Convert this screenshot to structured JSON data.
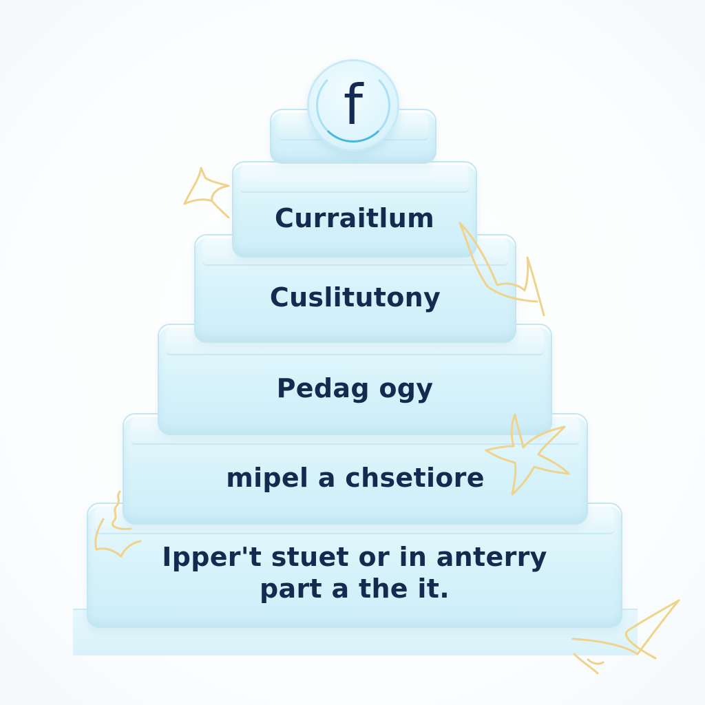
{
  "logo": {
    "glyph": "f"
  },
  "tiers": [
    {
      "label": "Curraitlum"
    },
    {
      "label": "Cuslitutony"
    },
    {
      "label": "Pedag ogy"
    },
    {
      "label": "mipel a chsetiore"
    },
    {
      "label": "Ipper't stuet or in anterry\npart a the it."
    }
  ],
  "colors": {
    "tier_fill": "#d6f2fa",
    "tier_border": "#c2e7f3",
    "text": "#152a4f",
    "logo_ring": "#49b7dd",
    "doodle": "#f0d38a"
  },
  "icons": {
    "logo": "f-letter-badge-icon",
    "doodles": [
      "star-doodle-icon",
      "leaf-doodle-icon",
      "flower-doodle-icon",
      "squiggle-doodle-icon",
      "bird-doodle-icon"
    ]
  }
}
